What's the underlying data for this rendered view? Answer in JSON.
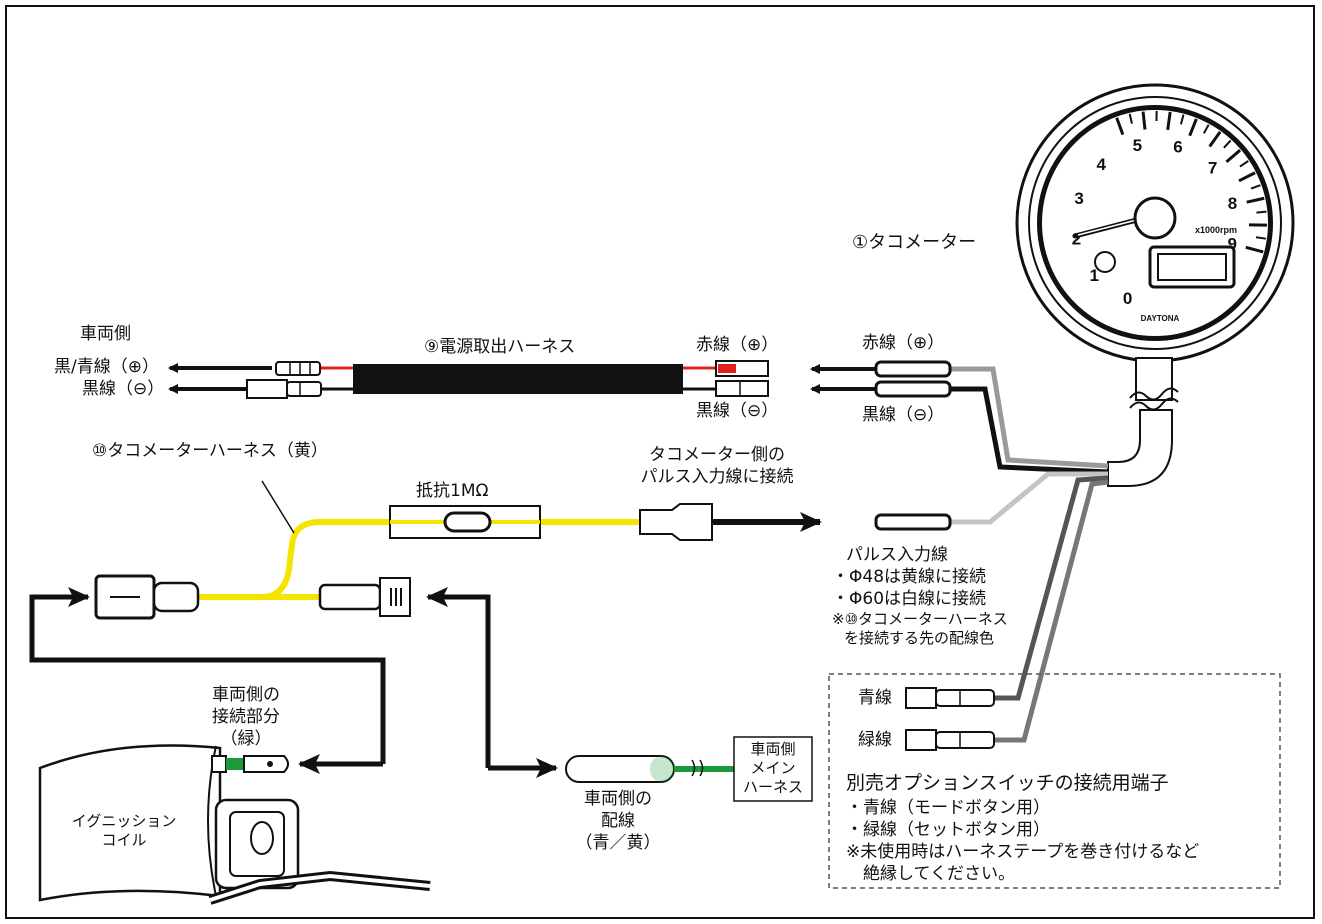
{
  "meter": {
    "label": "①タコメーター",
    "dial_numbers": [
      "0",
      "1",
      "2",
      "3",
      "4",
      "5",
      "6",
      "7",
      "8",
      "9"
    ],
    "unit": "x1000rpm",
    "brand": "DAYTONA"
  },
  "vehicle_side": {
    "title": "車両側",
    "wire_black_blue": "黒/青線（⊕）",
    "wire_black": "黒線（⊖）"
  },
  "power_harness": {
    "label": "⑨電源取出ハーネス",
    "red_wire": "赤線（⊕）",
    "black_wire": "黒線（⊖）"
  },
  "meter_power": {
    "red_wire": "赤線（⊕）",
    "black_wire": "黒線（⊖）"
  },
  "tacho_harness": {
    "label": "⑩タコメーターハーネス（黄）",
    "resistor": "抵抗1MΩ",
    "connect_note_1": "タコメーター側の",
    "connect_note_2": "パルス入力線に接続"
  },
  "pulse_input": {
    "title": "パルス入力線",
    "notes": [
      "・Φ48は黄線に接続",
      "・Φ60は白線に接続"
    ],
    "remark": [
      "※⑩タコメーターハーネス",
      "を接続する先の配線色"
    ]
  },
  "coil": {
    "label": [
      "イグニッション",
      "コイル"
    ],
    "connection": [
      "車両側の",
      "接続部分",
      "（緑）"
    ]
  },
  "vehicle_wiring": {
    "label": [
      "車両側の",
      "配線",
      "（青／黄）"
    ],
    "main_harness": [
      "車両側",
      "メイン",
      "ハーネス"
    ]
  },
  "option_switch": {
    "blue": "青線",
    "green": "緑線",
    "title": "別売オプションスイッチの接続用端子",
    "items": [
      "・青線（モードボタン用）",
      "・緑線（セットボタン用）"
    ],
    "notes": [
      "※未使用時はハーネステープを巻き付けるなど",
      "　絶縁してください。"
    ]
  },
  "colors": {
    "yellow": "#f5e400",
    "red": "#e0201a",
    "green": "#1a9a3a",
    "grey": "#9a9a9a",
    "light_grey": "#c4c4c4",
    "dark_grey": "#666666",
    "black": "#111111"
  }
}
